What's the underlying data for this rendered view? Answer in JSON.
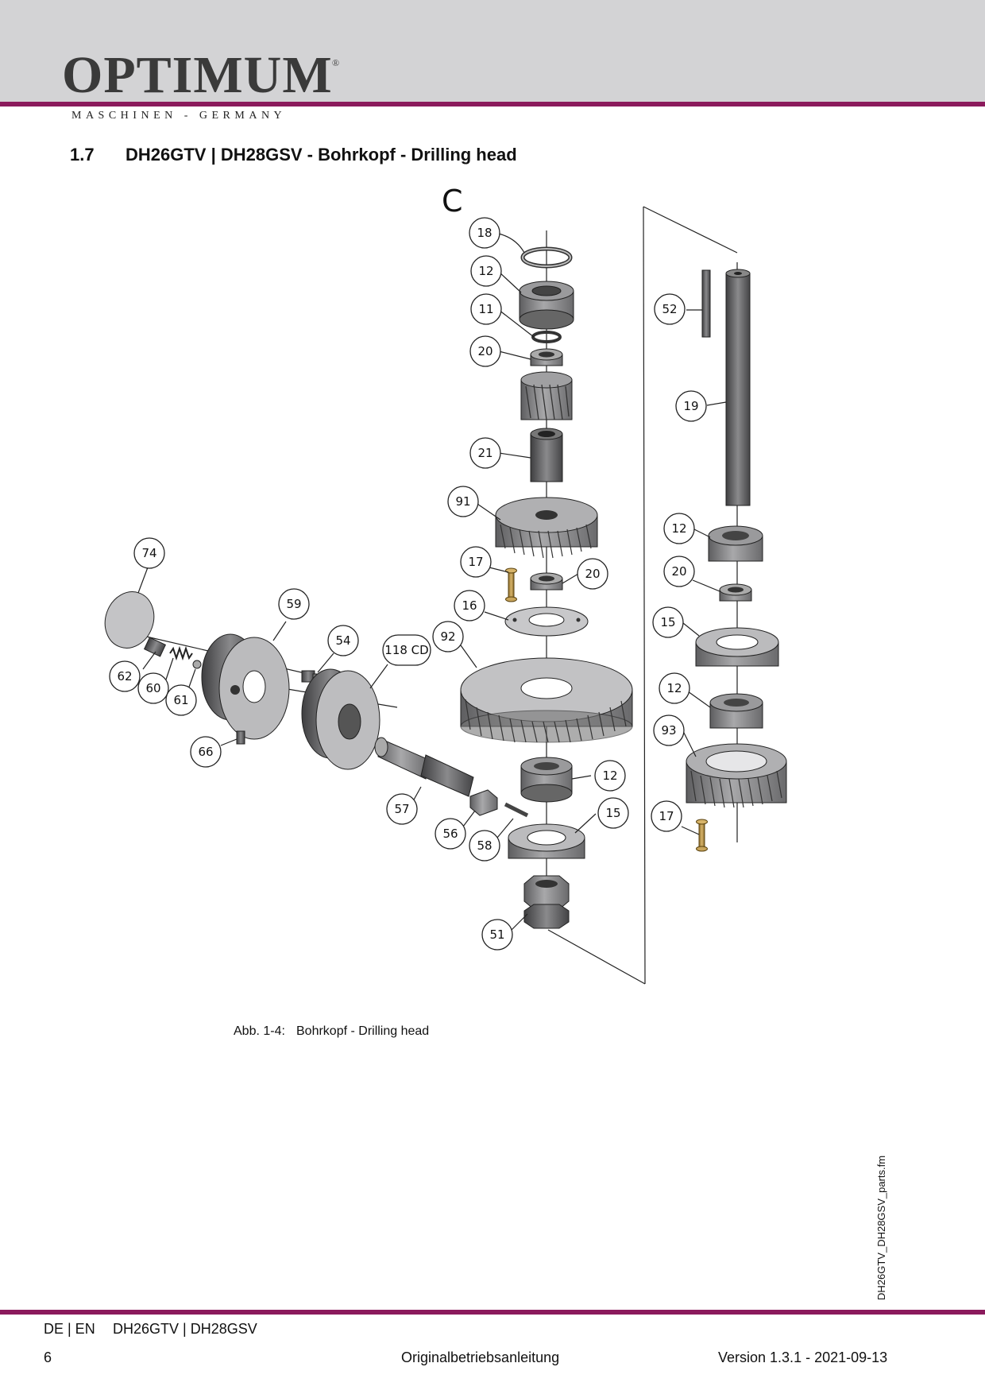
{
  "header": {
    "logo_text": "OPTIMUM",
    "logo_registered": "®",
    "logo_subtitle": "MASCHINEN - GERMANY"
  },
  "section": {
    "number": "1.7",
    "title": "DH26GTV | DH28GSV - Bohrkopf - Drilling head"
  },
  "drawing": {
    "marker": "C",
    "callouts": [
      "18",
      "12",
      "11",
      "20",
      "21",
      "91",
      "17",
      "20",
      "16",
      "92",
      "74",
      "59",
      "54",
      "118 CD",
      "62",
      "60",
      "61",
      "66",
      "57",
      "56",
      "58",
      "12",
      "15",
      "51",
      "52",
      "19",
      "12",
      "20",
      "15",
      "12",
      "93",
      "17"
    ]
  },
  "caption": {
    "label": "Abb. 1-4:",
    "text": "Bohrkopf - Drilling head"
  },
  "side_text": "DH26GTV_DH28GSV_parts.fm",
  "footer": {
    "languages": "DE | EN",
    "model": "DH26GTV | DH28GSV",
    "page": "6",
    "document": "Originalbetriebsanleitung",
    "version": "Version 1.3.1 - 2021-09-13"
  },
  "colors": {
    "brand_rule": "#8b1a5c",
    "header_band": "#d3d3d5"
  }
}
